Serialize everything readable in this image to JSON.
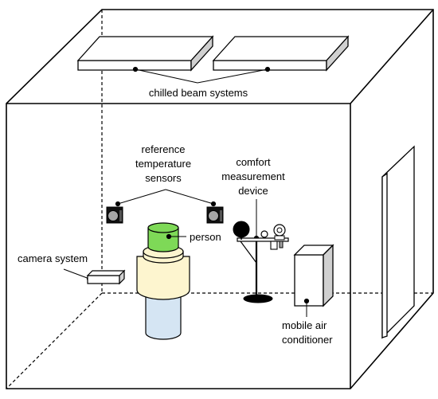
{
  "labels": {
    "chilled_beam_systems": "chilled beam systems",
    "reference_temperature_sensors": [
      "reference",
      "temperature",
      "sensors"
    ],
    "comfort_measurement_device": [
      "comfort",
      "measurement",
      "device"
    ],
    "person": "person",
    "camera_system": "camera system",
    "mobile_air_conditioner": [
      "mobile air",
      "conditioner"
    ]
  },
  "colors": {
    "outline": "#000000",
    "person_head": "#7ed957",
    "person_body": "#fdf5cf",
    "person_legs": "#d5e5f3",
    "panel_shade": "#d0d0d0",
    "sensor_gray": "#a6a6a6"
  }
}
